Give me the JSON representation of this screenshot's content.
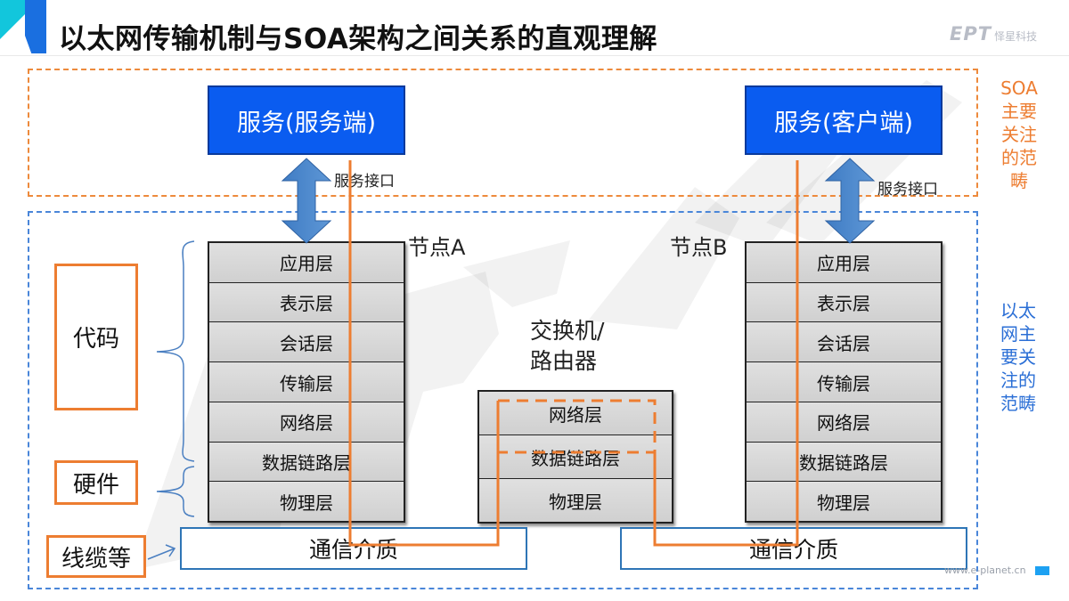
{
  "header": {
    "title": "以太网传输机制与SOA架构之间关系的直观理解",
    "logo_mark": "EPT",
    "logo_text": "怿星科技",
    "site_url": "www.e-planet.cn"
  },
  "regions": {
    "soa_scope_lines": [
      "SOA",
      "主要",
      "关注",
      "的范",
      "畴"
    ],
    "ethernet_scope_lines": [
      "以太",
      "网主",
      "要关",
      "注的",
      "范畴"
    ]
  },
  "services": {
    "server": "服务(服务端)",
    "client": "服务(客户端)",
    "interface_label": "服务接口"
  },
  "nodes": {
    "node_a": "节点A",
    "node_b": "节点B",
    "switch_lines": [
      "交换机/",
      "路由器"
    ]
  },
  "layers": {
    "osi": [
      "应用层",
      "表示层",
      "会话层",
      "传输层",
      "网络层",
      "数据链路层",
      "物理层"
    ],
    "switch": [
      "网络层",
      "数据链路层",
      "物理层"
    ]
  },
  "categories": {
    "code": "代码",
    "hardware": "硬件",
    "cable": "线缆等"
  },
  "media": {
    "label": "通信介质"
  },
  "colors": {
    "service_blue": "#0a5cf0",
    "orange_path": "#ed7d31",
    "ethernet_blue": "#2b6fd6",
    "arrow_blue": "#4a86c8",
    "layer_gray": "#d9d9d9"
  }
}
